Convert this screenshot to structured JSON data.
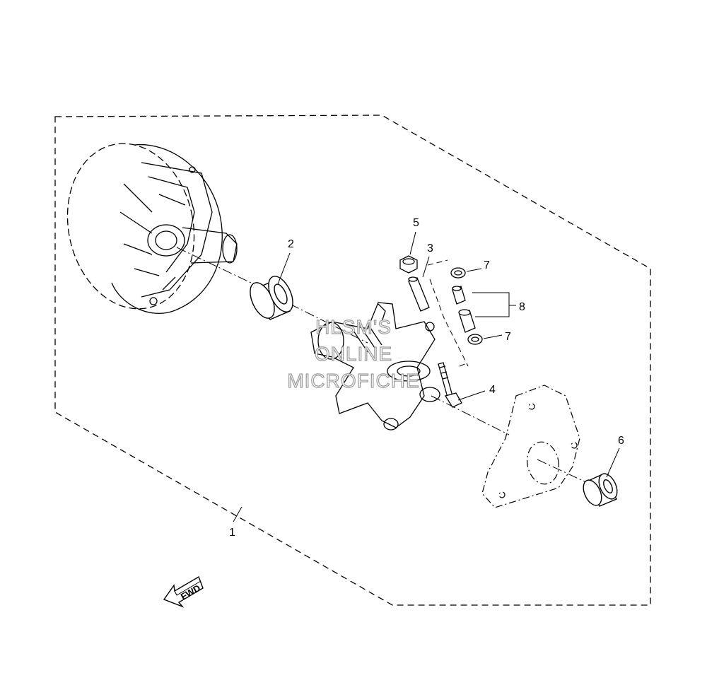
{
  "callouts": [
    {
      "id": "1",
      "label": "1"
    },
    {
      "id": "2",
      "label": "2"
    },
    {
      "id": "3",
      "label": "3"
    },
    {
      "id": "4",
      "label": "4"
    },
    {
      "id": "5",
      "label": "5"
    },
    {
      "id": "6",
      "label": "6"
    },
    {
      "id": "7a",
      "label": "7"
    },
    {
      "id": "7b",
      "label": "7"
    },
    {
      "id": "8",
      "label": "8"
    }
  ],
  "watermark": {
    "line1": "HLSM'S",
    "line2": "ONLINE",
    "line3": "MICROFICHE"
  },
  "direction_arrow": {
    "label": "FWD",
    "icon": "fwd-arrow-icon"
  },
  "colors": {
    "line": "#000000",
    "watermark_outline": "#9a9a9a",
    "background": "#ffffff"
  }
}
